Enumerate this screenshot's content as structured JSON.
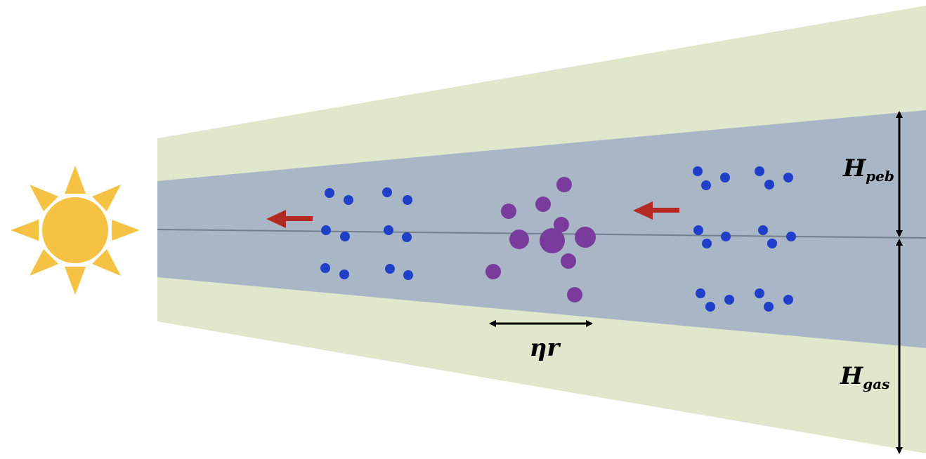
{
  "colors": {
    "gas_disk": "#dfe8cc",
    "pebble_layer": "#a8b6c6",
    "midplane": "#737f8c",
    "sun": "#f5c244",
    "pebble": "#1f3fc8",
    "clump": "#7a3c9c",
    "drift_arrow": "#b22a22",
    "dimension_arrow": "#000000"
  },
  "labels": {
    "eta_r": "ηr",
    "h_peb_main": "H",
    "h_peb_sub": "peb",
    "h_gas_main": "H",
    "h_gas_sub": "gas"
  },
  "icons": {
    "star": "sun-icon",
    "drift": "left-arrow-icon"
  }
}
